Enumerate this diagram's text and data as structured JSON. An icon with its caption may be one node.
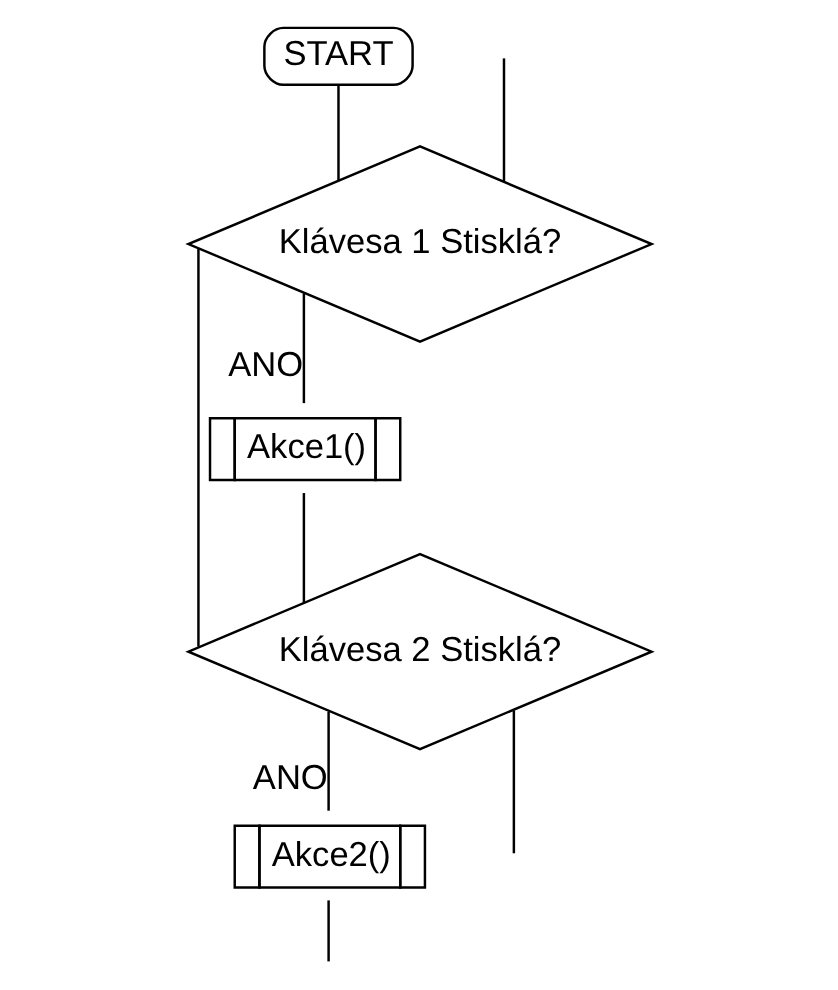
{
  "diagram": {
    "nodes": [
      {
        "text": [
          "START"
        ]
      },
      {
        "text": [
          "Klávesa 1 Stisklá?"
        ]
      },
      {
        "text": [
          "Akce1()"
        ]
      },
      {
        "text": [
          "Klávesa 2 Stisklá?"
        ]
      },
      {
        "text": [
          "Akce2()"
        ]
      }
    ],
    "edges": [
      {
        "from": 0,
        "to": 1,
        "arrow": "none"
      },
      {
        "from": 1,
        "to": 2,
        "arrow": "none",
        "label": "ANO"
      },
      {
        "from": 1,
        "to": 3,
        "arrow": "none"
      },
      {
        "from": 2,
        "to": 3,
        "arrow": "none"
      },
      {
        "from": 3,
        "to": 4,
        "arrow": "none",
        "label": "ANO"
      },
      {
        "from": 3,
        "to": null,
        "arrow": "none"
      },
      {
        "from": 4,
        "to": null,
        "arrow": "none"
      },
      {
        "from": null,
        "to": 1,
        "arrow": "none"
      }
    ]
  }
}
